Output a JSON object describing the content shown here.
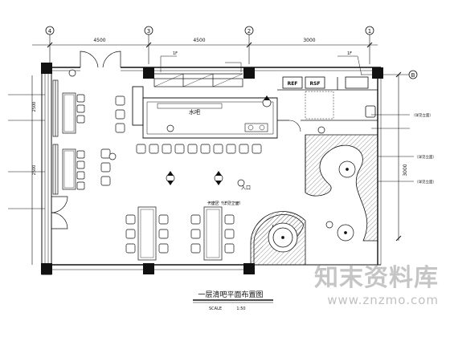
{
  "axes_top": [
    "4",
    "3",
    "2",
    "1"
  ],
  "axes_right": [
    "B"
  ],
  "dimensions": {
    "top": [
      "4500",
      "4500",
      "3000"
    ],
    "left": [
      "2500",
      "2500"
    ],
    "right": [
      "3000"
    ]
  },
  "equipment": {
    "ref1": "REF",
    "ref2": "RSF"
  },
  "room_labels": {
    "bar": "水吧",
    "entrance": "入口",
    "card_area": "卡座区（详见立面）"
  },
  "callouts": {
    "top_left": "1F",
    "top_right": "1F",
    "right_1": "（详见立面）",
    "right_2": "（详见立面）",
    "right_3": "（详见立面）"
  },
  "title": {
    "main": "一层清吧平面布置图",
    "scale_left": "SCALE",
    "scale_right": "1:50"
  },
  "watermark": {
    "main": "知末资料库",
    "sub": "www.znzmo.com"
  },
  "colors": {
    "line": "#111111",
    "hatch": "#555555",
    "watermark": "#999999"
  }
}
